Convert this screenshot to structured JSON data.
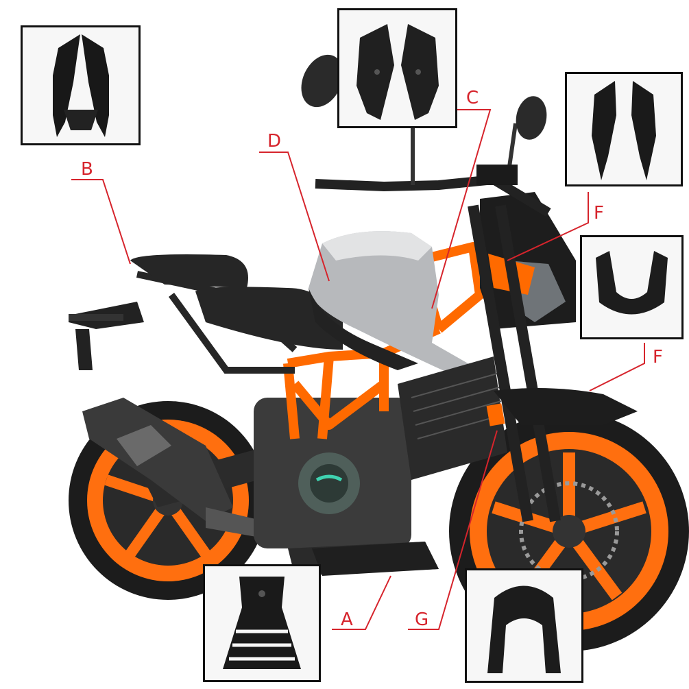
{
  "labels": {
    "a": "A",
    "b": "B",
    "c": "C",
    "d": "D",
    "f_upper": "F",
    "f_lower": "F",
    "g": "G"
  },
  "colors": {
    "label": "#d6242c",
    "frame": "#ff6a00",
    "wheel": "#ff6f0f",
    "tank": "#b7b9bc",
    "body": "#1a1a1a"
  }
}
